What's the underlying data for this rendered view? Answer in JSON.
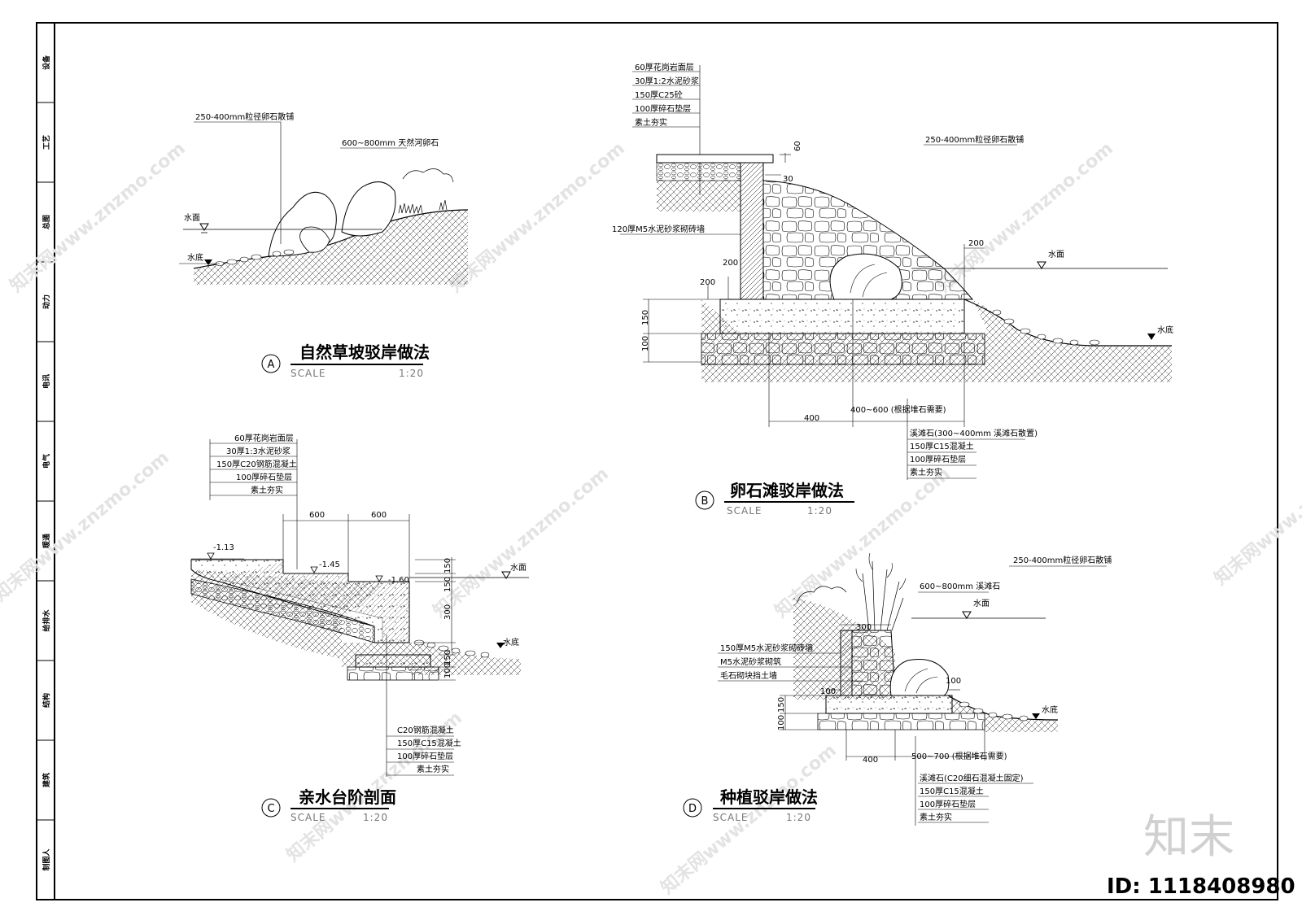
{
  "side_column": [
    "设备",
    "工艺",
    "总图",
    "动力",
    "电讯",
    "电气",
    "暖通",
    "给排水",
    "结构",
    "建筑",
    "制图人"
  ],
  "watermark": "知末网www.znzmo.com",
  "logo": "知末",
  "id_label": "ID: 1118408980",
  "detail_a": {
    "circle": "A",
    "title": "自然草坡驳岸做法",
    "scale_word": "SCALE",
    "scale_value": "1:20",
    "label_pebbles": "250-400mm粒径卵石散铺",
    "label_rock": "600~800mm 天然河卵石",
    "water_surface": "水面",
    "water_bottom": "水底"
  },
  "detail_b": {
    "circle": "B",
    "title": "卵石滩驳岸做法",
    "scale_word": "SCALE",
    "scale_value": "1:20",
    "layers_top": [
      "60厚花岗岩面层",
      "30厚1:2水泥砂浆",
      "150厚C25砼",
      "100厚碎石垫层",
      "素土夯实"
    ],
    "label_wall": "120厚M5水泥砂浆砌砖墙",
    "label_pebbles": "250-400mm粒径卵石散铺",
    "water_surface": "水面",
    "water_bottom": "水底",
    "dims": {
      "d60": "60",
      "d30": "30",
      "d200a": "200",
      "d200b": "200",
      "d200c": "200",
      "d150": "150",
      "d100": "100",
      "d400": "400"
    },
    "label_span": "400~600 (根据堆石需要)",
    "layers_bottom": [
      "溪滩石(300~400mm 溪滩石散置)",
      "150厚C15混凝土",
      "100厚碎石垫层",
      "素土夯实"
    ]
  },
  "detail_c": {
    "circle": "C",
    "title": "亲水台阶剖面",
    "scale_word": "SCALE",
    "scale_value": "1:20",
    "layers_top": [
      "60厚花岗岩面层",
      "30厚1:3水泥砂浆",
      "150厚C20钢筋混凝土",
      "100厚碎石垫层",
      "素土夯实"
    ],
    "dims": {
      "d600a": "600",
      "d600b": "600",
      "d150a": "150",
      "d150b": "150",
      "d300": "300",
      "d100": "100",
      "d150c": "150"
    },
    "elevations": [
      "-1.13",
      "-1.45",
      "-1.60"
    ],
    "water_surface": "水面",
    "water_bottom": "水底",
    "layers_bottom": [
      "C20钢筋混凝土",
      "150厚C15混凝土",
      "100厚碎石垫层",
      "素土夯实"
    ]
  },
  "detail_d": {
    "circle": "D",
    "title": "种植驳岸做法",
    "scale_word": "SCALE",
    "scale_value": "1:20",
    "label_pebbles": "250-400mm粒径卵石散铺",
    "label_rock": "600~800mm 溪滩石",
    "water_surface": "水面",
    "water_bottom": "水底",
    "layers_left": [
      "150厚M5水泥砂浆砌砖墙",
      "M5水泥砂浆砌筑",
      "毛石砌块挡土墙"
    ],
    "dims": {
      "d300": "300",
      "d100a": "100",
      "d100b": "100",
      "d150": "150",
      "d100c": "100",
      "d400": "400"
    },
    "label_span": "500~700 (根据堆石需要)",
    "layers_bottom": [
      "溪滩石(C20细石混凝土固定)",
      "150厚C15混凝土",
      "100厚碎石垫层",
      "素土夯实"
    ]
  }
}
